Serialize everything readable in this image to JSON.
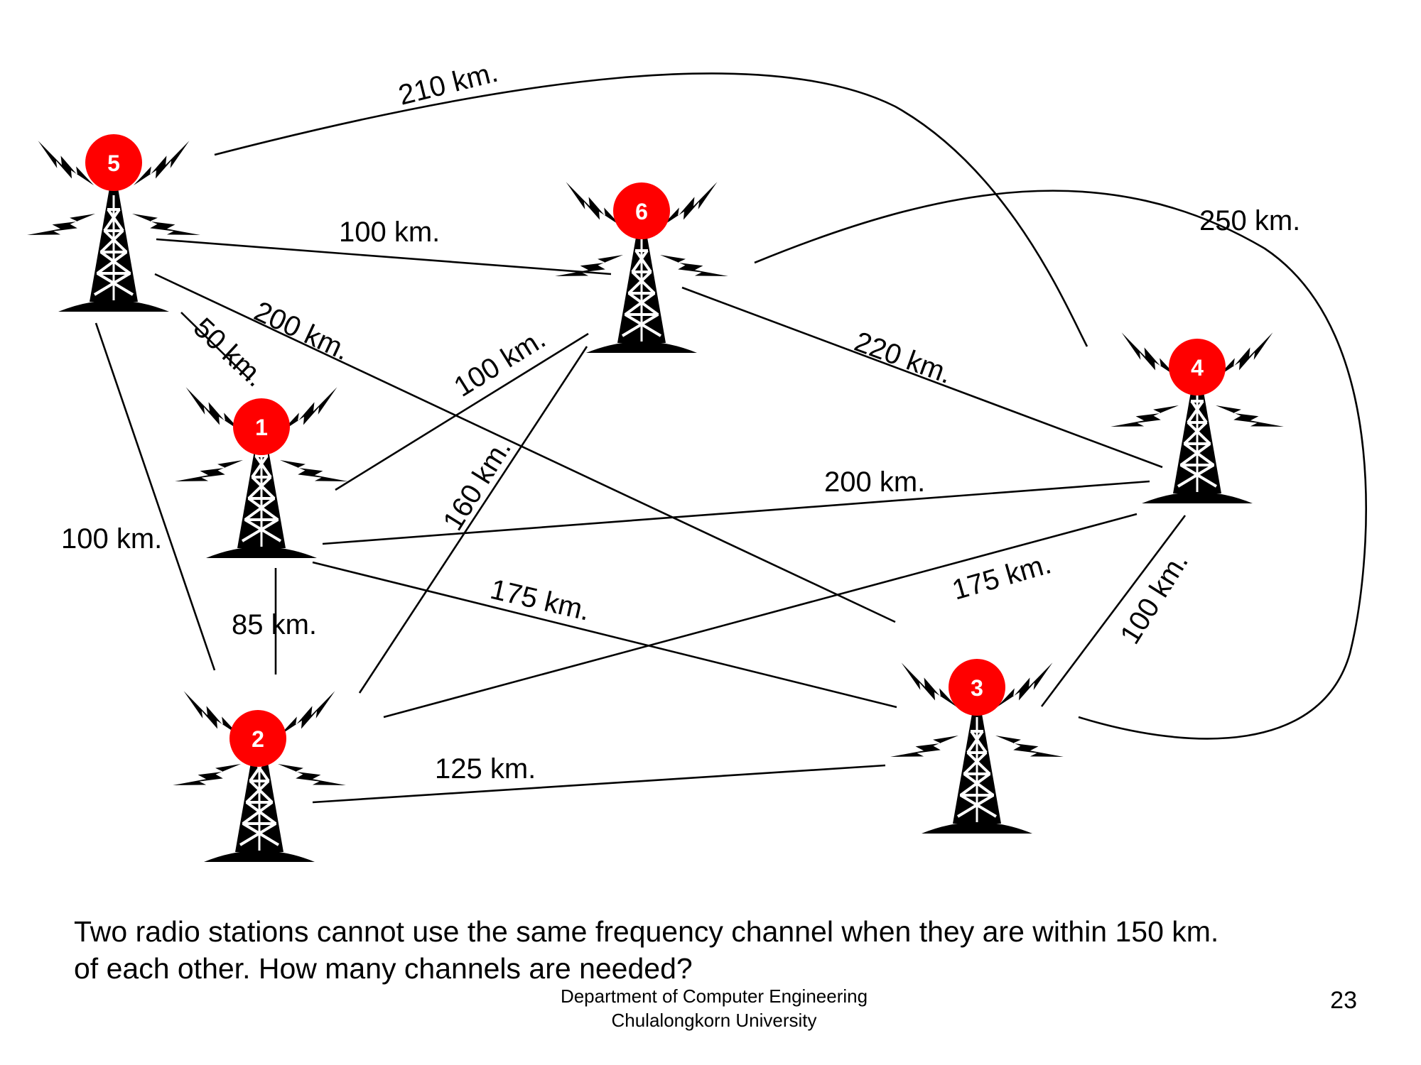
{
  "stations": [
    {
      "id": "s1",
      "label": "1"
    },
    {
      "id": "s2",
      "label": "2"
    },
    {
      "id": "s3",
      "label": "3"
    },
    {
      "id": "s4",
      "label": "4"
    },
    {
      "id": "s5",
      "label": "5"
    },
    {
      "id": "s6",
      "label": "6"
    }
  ],
  "edges": [
    {
      "from": "5",
      "to": "4",
      "label": "210 km."
    },
    {
      "from": "6",
      "to": "3",
      "label": "250 km."
    },
    {
      "from": "5",
      "to": "6",
      "label": "100 km."
    },
    {
      "from": "5",
      "to": "1",
      "label": "50 km."
    },
    {
      "from": "5",
      "to": "3",
      "label": "200 km."
    },
    {
      "from": "1",
      "to": "6",
      "label": "100 km."
    },
    {
      "from": "6",
      "to": "4",
      "label": "220 km."
    },
    {
      "from": "6",
      "to": "2",
      "label": "160 km."
    },
    {
      "from": "1",
      "to": "4",
      "label": "200 km."
    },
    {
      "from": "5",
      "to": "2",
      "label": "100 km."
    },
    {
      "from": "1",
      "to": "2",
      "label": "85 km."
    },
    {
      "from": "1",
      "to": "3",
      "label": "175 km."
    },
    {
      "from": "2",
      "to": "4",
      "label": "175 km."
    },
    {
      "from": "4",
      "to": "3",
      "label": "100 km."
    },
    {
      "from": "2",
      "to": "3",
      "label": "125 km."
    }
  ],
  "question": {
    "line1": "Two radio stations cannot use the same frequency channel when they are within 150 km.",
    "line2": "of each other. How many channels are needed?"
  },
  "footer": {
    "department": "Department of Computer Engineering",
    "university": "Chulalongkorn University",
    "page_number": "23"
  },
  "colors": {
    "station_badge": "#ff0000",
    "line": "#000000",
    "background": "#ffffff"
  },
  "icons": {
    "station": "radio-tower-icon"
  }
}
